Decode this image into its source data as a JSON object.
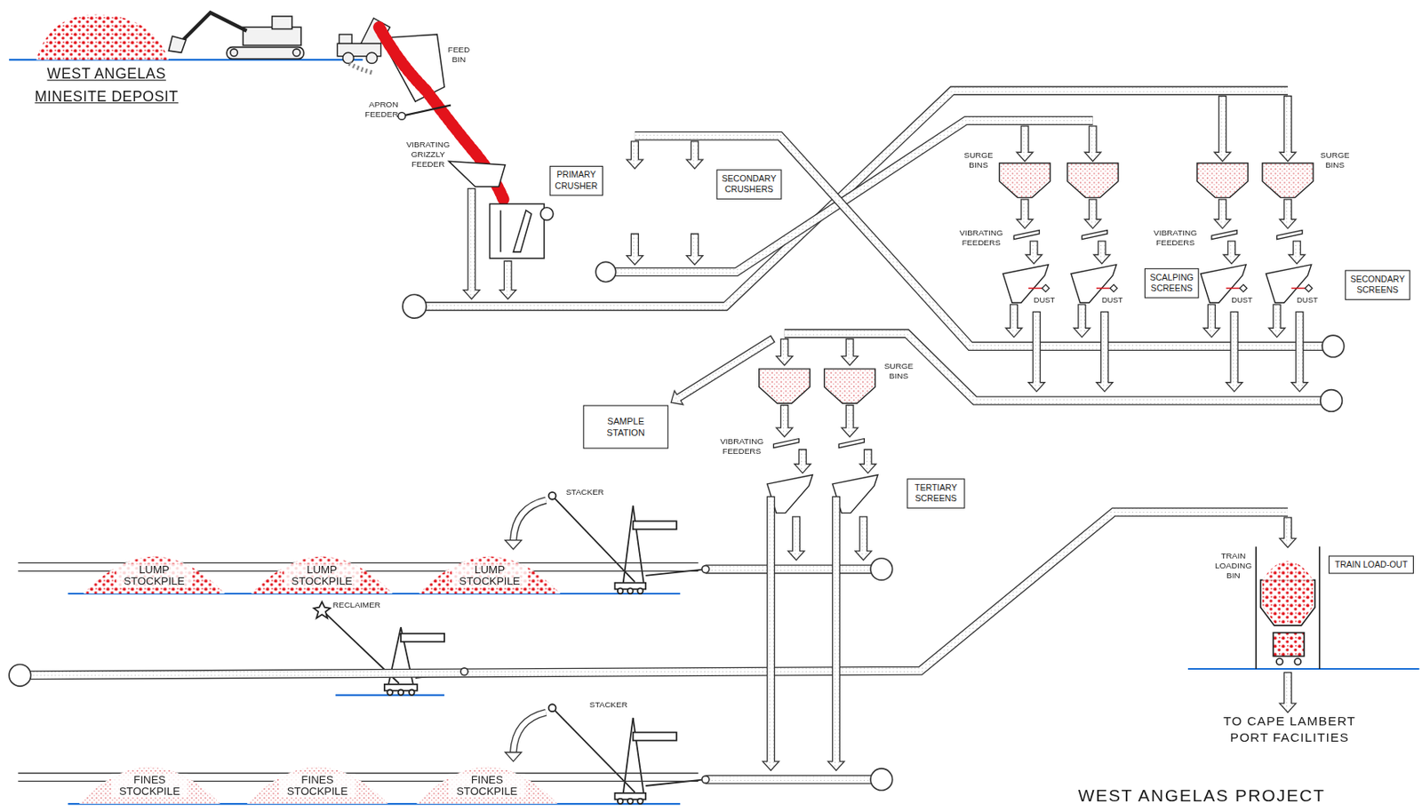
{
  "diagram": {
    "title": "WEST ANGELAS PROJECT",
    "nodes": [
      {
        "text": [
          "PRIMARY CRUSHER"
        ]
      },
      {
        "text": [
          "SECONDARY CRUSHERS"
        ]
      },
      {
        "text": [
          "SCALPING SCREENS"
        ]
      },
      {
        "text": [
          "SECONDARY SCREENS"
        ]
      },
      {
        "text": [
          "SAMPLE STATION"
        ]
      },
      {
        "text": [
          "TERTIARY SCREENS"
        ]
      },
      {
        "text": [
          "LUMP STOCKPILE"
        ]
      },
      {
        "text": [
          "LUMP STOCKPILE"
        ]
      },
      {
        "text": [
          "LUMP STOCKPILE"
        ]
      },
      {
        "text": [
          "TRAIN LOAD-OUT"
        ]
      },
      {
        "text": [
          "FINES STOCKPILE"
        ]
      },
      {
        "text": [
          "FINES STOCKPILE"
        ]
      },
      {
        "text": [
          "FINES STOCKPILE"
        ]
      }
    ],
    "labels": [
      "WEST ANGELAS MINESITE DEPOSIT",
      "FEED BIN",
      "APRON FEEDER",
      "VIBRATING GRIZZLY FEEDER",
      "SURGE BINS",
      "VIBRATING FEEDERS",
      "DUST",
      "DUST",
      "SURGE BINS",
      "VIBRATING FEEDERS",
      "DUST",
      "DUST",
      "SURGE BINS",
      "VIBRATING FEEDERS",
      "STACKER",
      "RECLAIMER",
      "TRAIN LOADING BIN",
      "STACKER",
      "TO CAPE LAMBERT PORT FACILITIES"
    ]
  }
}
